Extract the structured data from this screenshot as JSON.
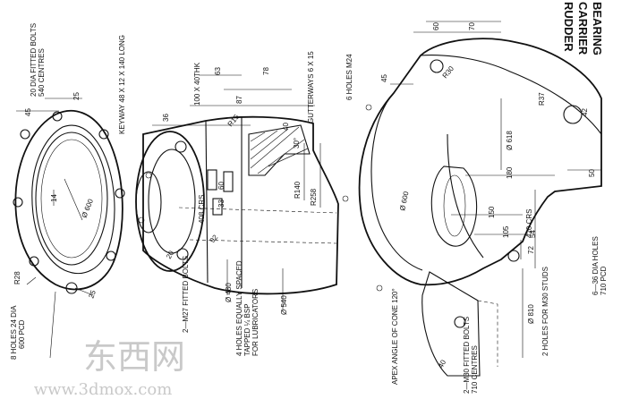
{
  "title": {
    "line1": "RUDDER",
    "line2": "CARRIER",
    "line3": "BEARING"
  },
  "labels": {
    "fitted_bolts_top": "20 DIA FITTED BOLTS",
    "centres_540": "540 CENTRES",
    "keyway": "KEYWAY 48 X 12 X 140 LONG",
    "thick_100x40": "100 X 40THK",
    "six_holes_m24": "6 HOLES M24",
    "gutterways": "GUTTERWAYS 6 X 15",
    "holes_24_dia": "8 HOLES 24 DIA",
    "pcd_600": "600 PCD",
    "m27_bolts": "2—M27 FITTED BOLTS",
    "four_holes": "4 HOLES EQUALLY SPACED",
    "tapped_bsp": "TAPPED ¼ BSP",
    "for_lubricators": "FOR LUBRICATORS",
    "apex_angle": "APEX ANGLE OF CONE 120°",
    "m30_bolts": "2—M30 FITTED BOLTS",
    "centres_710": "710 CENTRES",
    "two_holes_m30": "2 HOLES FOR M30 STUDS",
    "dia_holes_36": "6—36 DIA HOLES",
    "pcd_710": "710 PCD",
    "crs_408": "408 CRS",
    "crs_420": "420 CRS",
    "watermark_cn": "东西网",
    "watermark_url": "www.3dmox.com"
  },
  "dims": {
    "d45a": "45",
    "d25a": "25",
    "d14": "14",
    "r28": "R28",
    "d600a": "Ø 600",
    "d25b": "25",
    "d36": "36",
    "d63": "63",
    "d78": "78",
    "d87": "87",
    "r15": "R15",
    "d40": "40",
    "d30": "30°",
    "r140": "R140",
    "r258": "R258",
    "d60": "60",
    "d33": "33",
    "d92": "92",
    "d20": "20",
    "d480": "Ø 480",
    "d540": "Ø 540",
    "d600b": "Ø 600",
    "d45b": "45",
    "d60b": "60",
    "d70": "70",
    "r30": "R30",
    "r37": "R37",
    "d42": "42",
    "d618": "Ø 618",
    "d180": "180",
    "d50": "50",
    "d150": "150",
    "d105": "105",
    "d54": "54",
    "d72": "72",
    "d810": "Ø 810",
    "d40b": "40"
  }
}
